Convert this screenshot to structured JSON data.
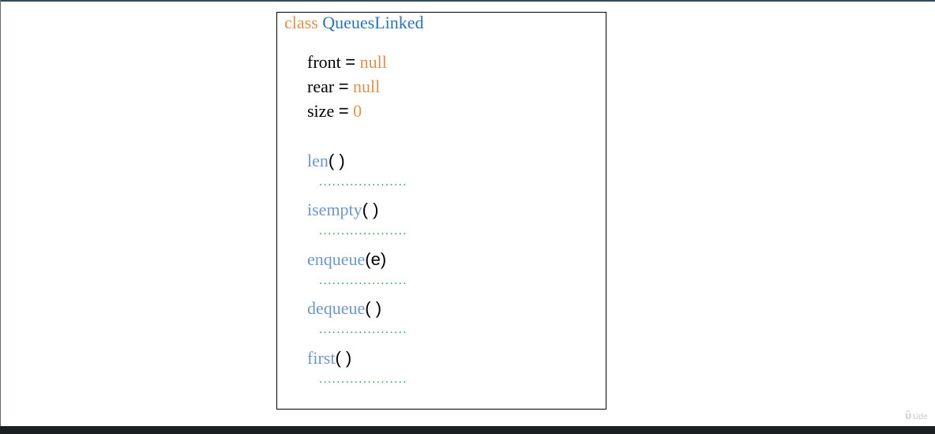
{
  "code": {
    "class_line": {
      "keyword": "class",
      "name": "QueuesLinked"
    },
    "fields": [
      {
        "name": "front",
        "op": "=",
        "value": "null"
      },
      {
        "name": "rear",
        "op": "=",
        "value": "null"
      },
      {
        "name": "size",
        "op": "=",
        "value": "0"
      }
    ],
    "methods": [
      {
        "name": "len",
        "params": "( )",
        "body": "...................."
      },
      {
        "name": "isempty",
        "params": "( )",
        "body": "...................."
      },
      {
        "name": "enqueue",
        "params": "(e)",
        "body": "...................."
      },
      {
        "name": "dequeue",
        "params": "( )",
        "body": "...................."
      },
      {
        "name": "first",
        "params": "( )",
        "body": "...................."
      }
    ]
  },
  "watermark": {
    "logo": "ὒ",
    "text": "Ude"
  },
  "colors": {
    "keyword": "#e0914e",
    "class_name": "#2e75b6",
    "literal": "#e0914e",
    "method": "#6f98c8",
    "placeholder_dots": "#43a962",
    "top_bar": "#2f4a5c",
    "bottom_bar": "#1c1f22"
  }
}
